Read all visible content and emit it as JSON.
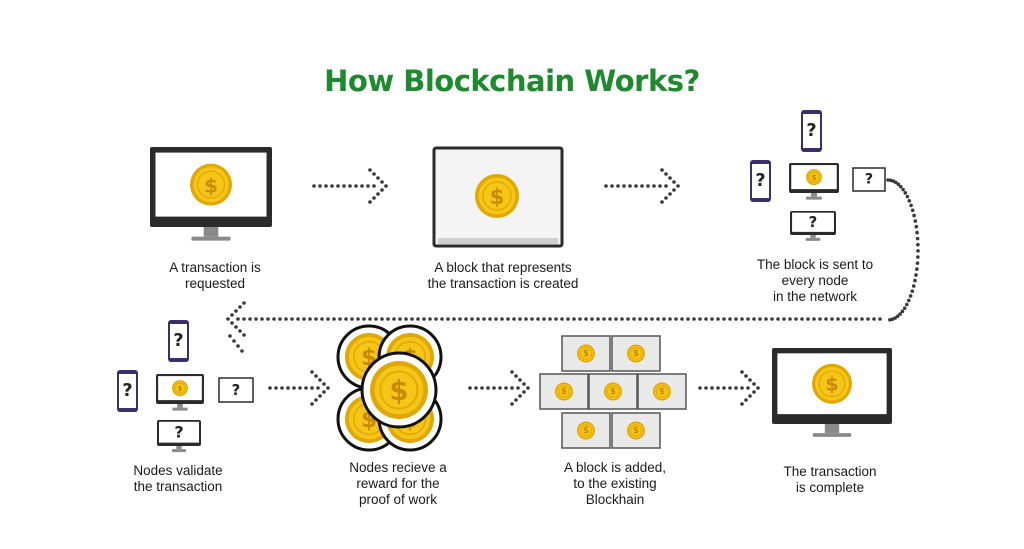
{
  "title": "How Blockchain Works?",
  "colors": {
    "title": "#1e8a2e",
    "coin": "#f5c518",
    "coin_edge": "#e0a800",
    "coin_symbol": "#c98a00",
    "frame": "#2b2b2b",
    "stand": "#8a8a8a",
    "phone_frame": "#3a2f6b",
    "arrow": "#3a3a3a",
    "box_bg": "#e9e9e9",
    "box_edge": "#555555"
  },
  "icons": {
    "coin": "coin-icon",
    "monitor": "monitor-icon",
    "phone": "phone-icon",
    "unknown": "question-mark-icon"
  },
  "symbols": {
    "currency": "$",
    "unknown": "?"
  },
  "steps": [
    {
      "label_lines": [
        "A transaction is",
        "requested"
      ]
    },
    {
      "label_lines": [
        "A block that represents",
        "the transaction is created"
      ]
    },
    {
      "label_lines": [
        "The block is sent to",
        "every node",
        "in the network"
      ]
    },
    {
      "label_lines": [
        "Nodes validate",
        "the transaction"
      ]
    },
    {
      "label_lines": [
        "Nodes recieve a",
        "reward for the",
        "proof of work"
      ]
    },
    {
      "label_lines": [
        "A block is added,",
        "to the existing",
        "Blockhain"
      ]
    },
    {
      "label_lines": [
        "The transaction",
        "is complete"
      ]
    }
  ]
}
